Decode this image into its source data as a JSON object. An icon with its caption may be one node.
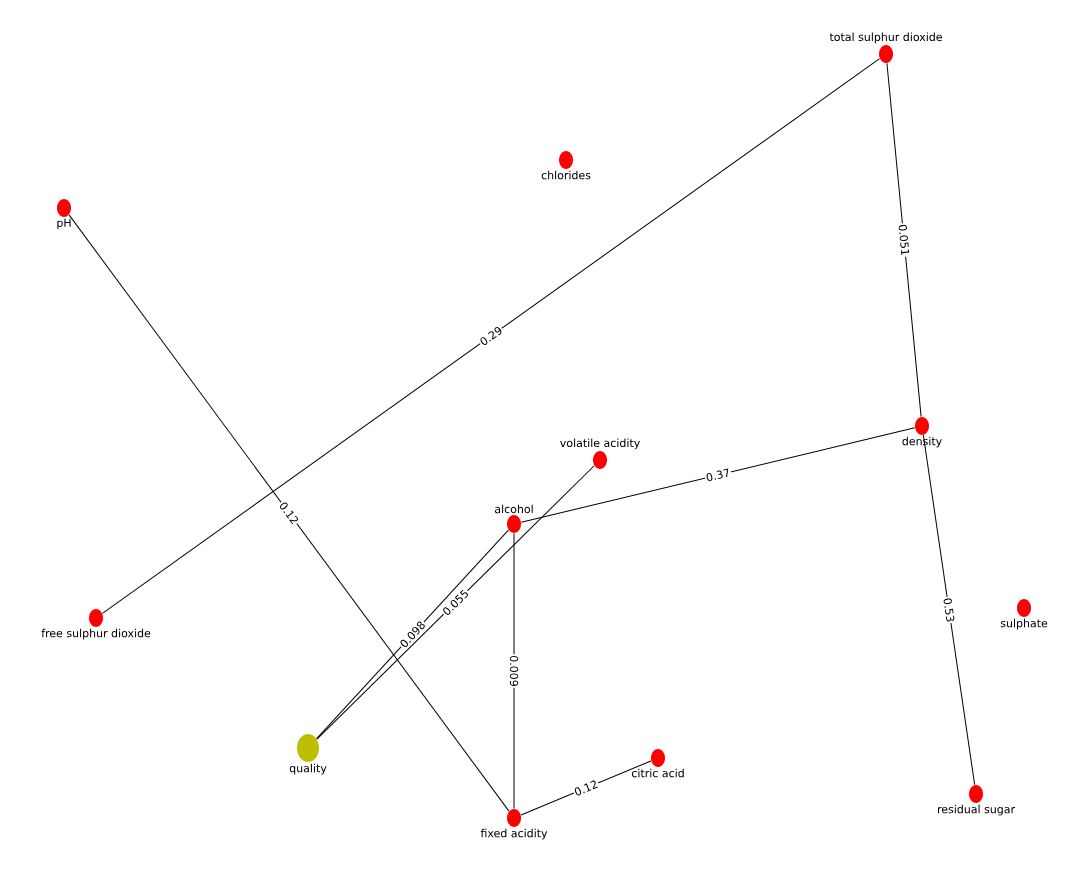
{
  "diagram": {
    "nodes": [
      {
        "text": [
          "total sulphur dioxide"
        ]
      },
      {
        "text": [
          "chlorides"
        ]
      },
      {
        "text": [
          "pH"
        ]
      },
      {
        "text": [
          "density"
        ]
      },
      {
        "text": [
          "volatile acidity"
        ]
      },
      {
        "text": [
          "alcohol"
        ]
      },
      {
        "text": [
          "free sulphur dioxide"
        ]
      },
      {
        "text": [
          "sulphate"
        ]
      },
      {
        "text": [
          "quality"
        ]
      },
      {
        "text": [
          "citric acid"
        ]
      },
      {
        "text": [
          "fixed acidity"
        ]
      },
      {
        "text": [
          "residual sugar"
        ]
      }
    ],
    "edges": [
      {
        "from": 6,
        "to": 0,
        "arrow": "none",
        "label": "0.29"
      },
      {
        "from": 0,
        "to": 3,
        "arrow": "none",
        "label": "0.051"
      },
      {
        "from": 3,
        "to": 11,
        "arrow": "none",
        "label": "0.53"
      },
      {
        "from": 2,
        "to": 10,
        "arrow": "none",
        "label": "0.12"
      },
      {
        "from": 5,
        "to": 3,
        "arrow": "none",
        "label": "0.37"
      },
      {
        "from": 8,
        "to": 5,
        "arrow": "none",
        "label": "0.098"
      },
      {
        "from": 8,
        "to": 4,
        "arrow": "none",
        "label": "0.055"
      },
      {
        "from": 5,
        "to": 10,
        "arrow": "none",
        "label": "0.009"
      },
      {
        "from": 10,
        "to": 9,
        "arrow": "none",
        "label": "0.12"
      }
    ]
  }
}
